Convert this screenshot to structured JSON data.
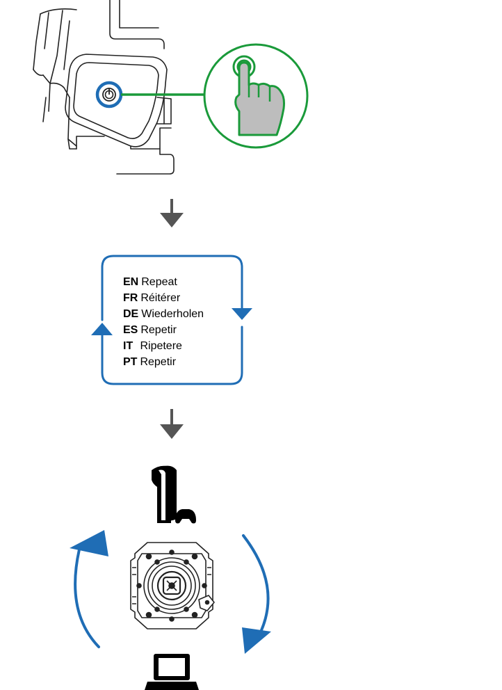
{
  "colors": {
    "blue": "#1f6db5",
    "green": "#1a9a3a",
    "gray_arrow": "#555555",
    "finger_fill": "#bdbdbd",
    "line": "#222222"
  },
  "icons": {
    "power": "power-button-icon",
    "touch": "finger-press-icon",
    "down_arrow": "arrow-down-icon",
    "console": "playstation-console-icon",
    "controller": "gamepad-icon",
    "wheel_base": "wheel-base-icon",
    "computer": "laptop-icon"
  },
  "repeat_box": {
    "items": [
      {
        "code": "EN",
        "text": "Repeat"
      },
      {
        "code": "FR",
        "text": "Réitérer"
      },
      {
        "code": "DE",
        "text": "Wiederholen"
      },
      {
        "code": "ES",
        "text": "Repetir"
      },
      {
        "code": "IT",
        "text": "Ripetere"
      },
      {
        "code": "PT",
        "text": "Repetir"
      }
    ]
  }
}
